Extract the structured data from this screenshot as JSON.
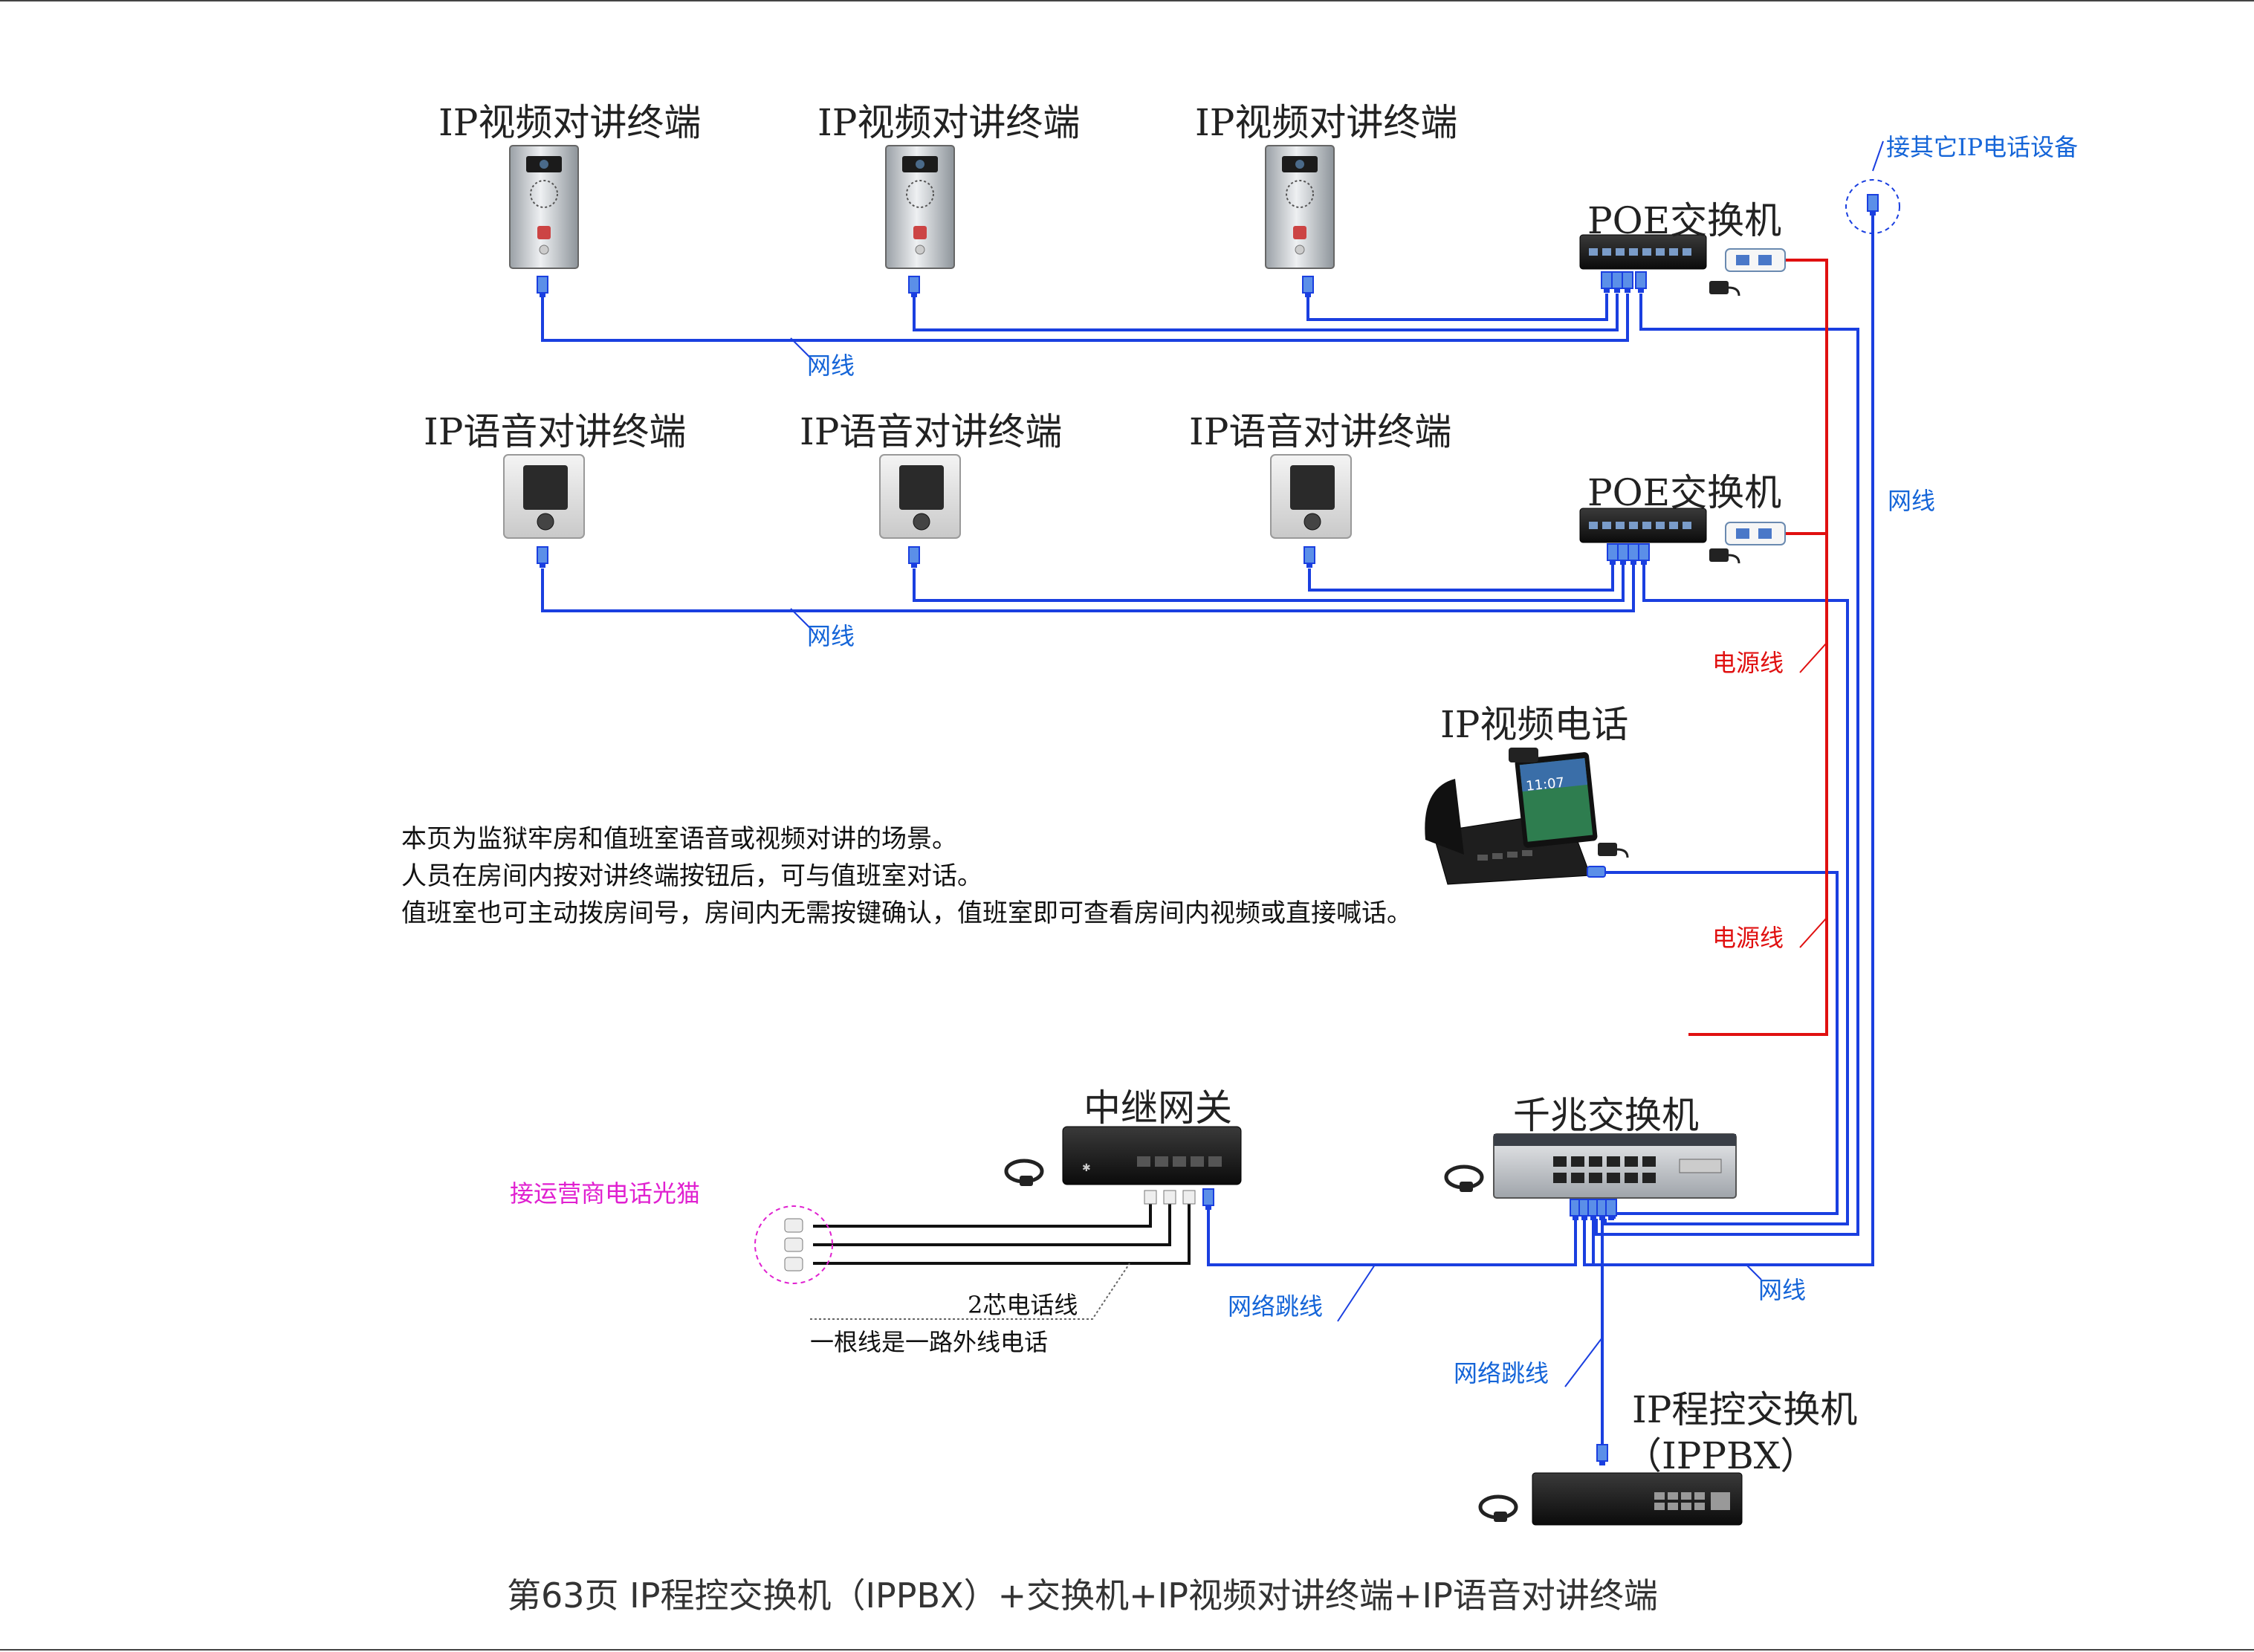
{
  "colors": {
    "network": "#1a3fe0",
    "power": "#e01010",
    "phone_line": "#111111",
    "carrier": "#e020d0"
  },
  "devices": {
    "video_terminal_1": "IP视频对讲终端",
    "video_terminal_2": "IP视频对讲终端",
    "video_terminal_3": "IP视频对讲终端",
    "voice_terminal_1": "IP语音对讲终端",
    "voice_terminal_2": "IP语音对讲终端",
    "voice_terminal_3": "IP语音对讲终端",
    "poe_switch_1": "POE交换机",
    "poe_switch_2": "POE交换机",
    "video_phone": "IP视频电话",
    "trunk_gateway": "中继网关",
    "gigabit_switch": "千兆交换机",
    "ippbx_line1": "IP程控交换机",
    "ippbx_line2": "（IPPBX）"
  },
  "wire_labels": {
    "net_1": "网线",
    "net_2": "网线",
    "net_right": "网线",
    "net_bottom": "网线",
    "power_1": "电源线",
    "power_2": "电源线",
    "patch_1": "网络跳线",
    "patch_2": "网络跳线",
    "other_ip": "接其它IP电话设备",
    "carrier": "接运营商电话光猫",
    "phone_line_1": "2芯电话线",
    "phone_line_2": "一根线是一路外线电话"
  },
  "description": [
    "本页为监狱牢房和值班室语音或视频对讲的场景。",
    "人员在房间内按对讲终端按钮后，可与值班室对话。",
    "值班室也可主动拨房间号，房间内无需按键确认，值班室即可查看房间内视频或直接喊话。"
  ],
  "footer": {
    "caption": "第63页  IP程控交换机（IPPBX）+交换机+IP视频对讲终端+IP语音对讲终端"
  },
  "video_phone_screen": {
    "time": "11:07"
  }
}
